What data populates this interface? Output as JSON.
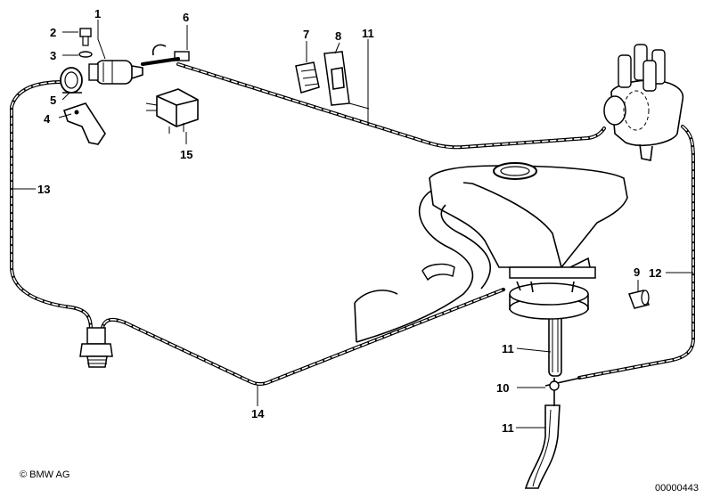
{
  "callouts": {
    "c1": "1",
    "c2": "2",
    "c3": "3",
    "c4": "4",
    "c5": "5",
    "c6": "6",
    "c7": "7",
    "c8": "8",
    "c9": "9",
    "c10": "10",
    "c11a": "11",
    "c11b": "11",
    "c11c": "11",
    "c12": "12",
    "c13": "13",
    "c14": "14",
    "c15": "15"
  },
  "footer": {
    "copyright": "© BMW AG",
    "doc_number": "00000443"
  }
}
